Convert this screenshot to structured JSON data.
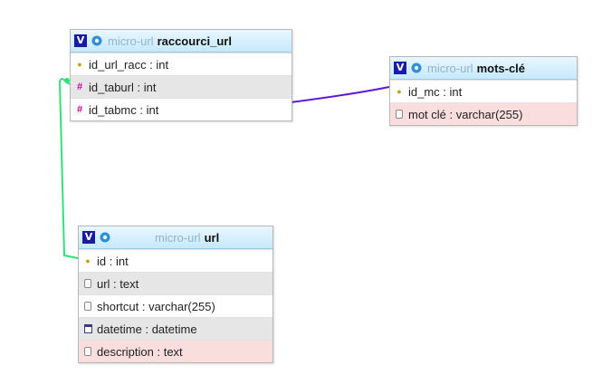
{
  "tables": {
    "raccourci_url": {
      "db": "micro-url",
      "name": "raccourci_url",
      "fields": [
        {
          "text": "id_url_racc : int",
          "icon": "key-icon"
        },
        {
          "text": "id_taburl : int",
          "icon": "foreign-key-icon"
        },
        {
          "text": "id_tabmc : int",
          "icon": "foreign-key-icon"
        }
      ]
    },
    "mots_cle": {
      "db": "micro-url",
      "name": "mots-clé",
      "fields": [
        {
          "text": "id_mc : int",
          "icon": "key-icon"
        },
        {
          "text": "mot clé : varchar(255)",
          "icon": "field-icon"
        }
      ]
    },
    "url": {
      "db": "micro-url",
      "name": "url",
      "fields": [
        {
          "text": "id : int",
          "icon": "key-icon"
        },
        {
          "text": "url : text",
          "icon": "field-icon"
        },
        {
          "text": "shortcut : varchar(255)",
          "icon": "field-icon"
        },
        {
          "text": "datetime : datetime",
          "icon": "calendar-icon"
        },
        {
          "text": "description : text",
          "icon": "field-icon"
        }
      ]
    }
  },
  "relations": [
    {
      "from": "raccourci_url.id_taburl",
      "to": "url.id",
      "color": "#2fe27a"
    },
    {
      "from": "raccourci_url.id_tabmc",
      "to": "mots_cle.id_mc",
      "color": "#5a1ad6"
    }
  ],
  "colors": {
    "header_gradient_top": "#e9f7ff",
    "header_gradient_bottom": "#c6e9fb",
    "v_badge": "#1a1aa8",
    "foreign_key": "#cc00aa",
    "row_alt": "#e6e6e6",
    "row_pink": "#fadddd"
  }
}
